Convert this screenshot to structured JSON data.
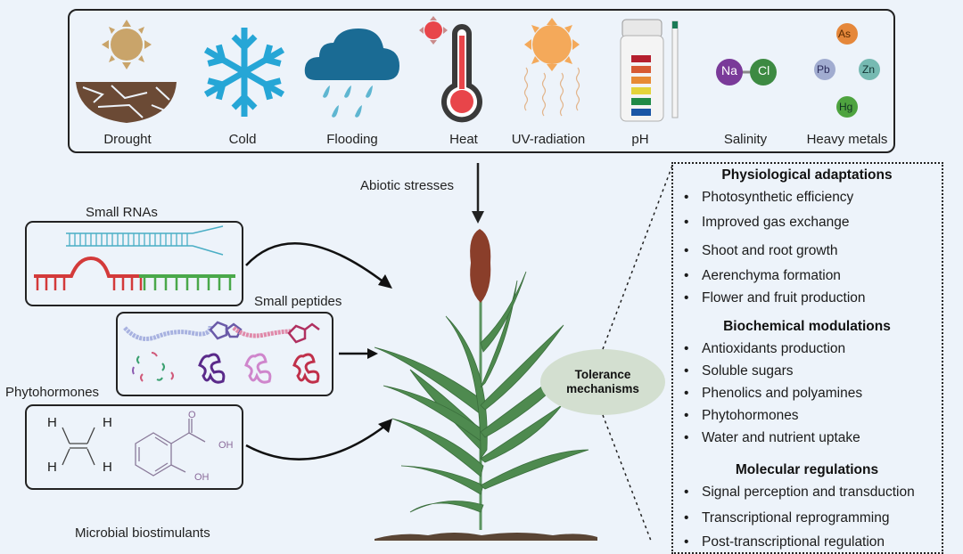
{
  "stresses": {
    "items": [
      {
        "label": "Drought",
        "icon": "drought-icon"
      },
      {
        "label": "Cold",
        "icon": "snowflake-icon"
      },
      {
        "label": "Flooding",
        "icon": "rain-cloud-icon"
      },
      {
        "label": "Heat",
        "icon": "thermometer-icon"
      },
      {
        "label": "UV-radiation",
        "icon": "uv-sun-icon"
      },
      {
        "label": "pH",
        "icon": "ph-strip-icon"
      },
      {
        "label": "Salinity",
        "icon": "nacl-icon"
      },
      {
        "label": "Heavy metals",
        "icon": "heavy-metals-icon"
      }
    ],
    "arrow_label": "Abiotic stresses",
    "salinity_atoms": [
      "Na",
      "Cl"
    ],
    "metals": [
      "As",
      "Pb",
      "Zn",
      "Hg"
    ]
  },
  "biostimulants": {
    "small_rnas": "Small RNAs",
    "small_peptides": "Small peptides",
    "phytohormones": "Phytohormones",
    "microbial": "Microbial biostimulants",
    "chem_atoms": {
      "h1": "H",
      "h2": "H",
      "h3": "H",
      "h4": "H",
      "oh1": "OH",
      "oh2": "OH",
      "o": "O"
    }
  },
  "plant": {
    "ellipse_line1": "Tolerance",
    "ellipse_line2": "mechanisms"
  },
  "mechanisms": {
    "physiological": {
      "title": "Physiological adaptations",
      "items": [
        "Photosynthetic efficiency",
        "Improved gas exchange",
        "Shoot and root growth",
        "Aerenchyma formation",
        "Flower and fruit production"
      ]
    },
    "biochemical": {
      "title": "Biochemical modulations",
      "items": [
        "Antioxidants production",
        "Soluble sugars",
        "Phenolics and polyamines",
        "Phytohormones",
        "Water and nutrient uptake"
      ]
    },
    "molecular": {
      "title": "Molecular regulations",
      "items": [
        "Signal perception and transduction",
        "Transcriptional reprogramming",
        "Post-transcriptional regulation"
      ]
    }
  },
  "colors": {
    "background": "#edf3fa",
    "plant_green": "#4e8a4f",
    "panicle_brown": "#8a3e2a",
    "ellipse": "#d3dfd0"
  }
}
